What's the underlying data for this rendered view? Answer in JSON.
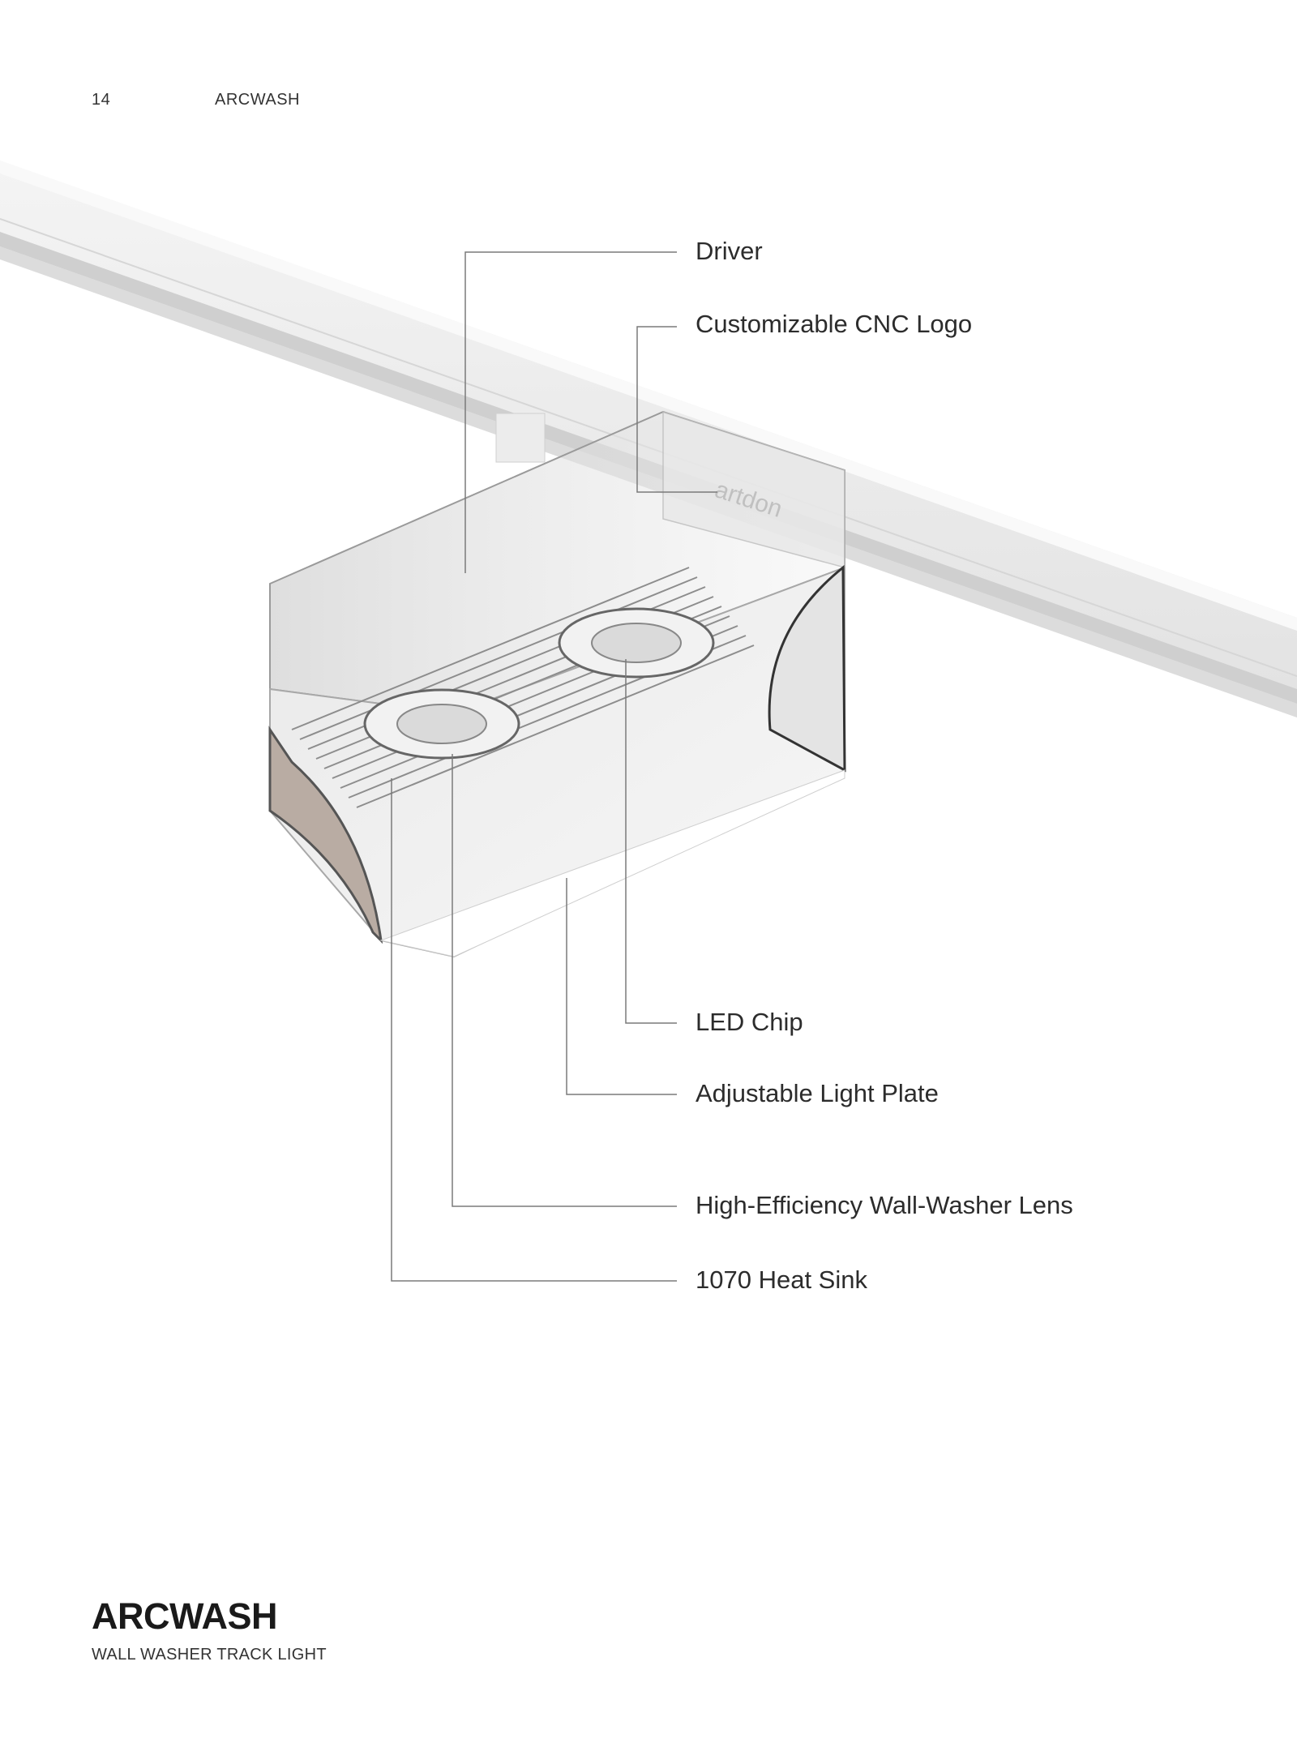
{
  "header": {
    "page_number": "14",
    "running_title": "ARCWASH"
  },
  "callouts": [
    {
      "id": "driver",
      "label": "Driver"
    },
    {
      "id": "cnc-logo",
      "label": "Customizable CNC Logo"
    },
    {
      "id": "led-chip",
      "label": "LED Chip"
    },
    {
      "id": "light-plate",
      "label": "Adjustable Light Plate"
    },
    {
      "id": "lens",
      "label": "High-Efficiency Wall-Washer Lens"
    },
    {
      "id": "heat-sink",
      "label": "1070 Heat Sink"
    }
  ],
  "illustration": {
    "engraved_logo": "artdon"
  },
  "footer": {
    "product_name": "ARCWASH",
    "product_type": "WALL WASHER TRACK LIGHT"
  }
}
